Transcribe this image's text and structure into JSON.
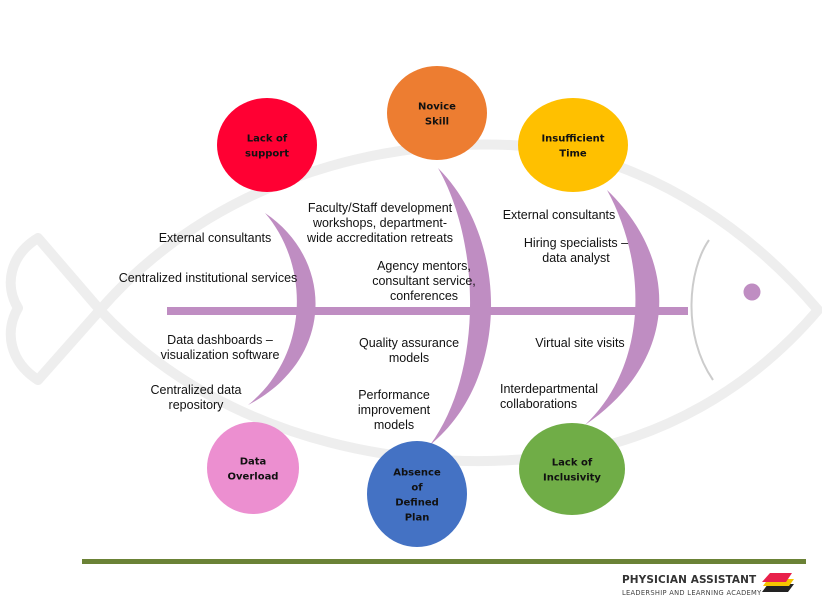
{
  "diagram": {
    "type": "fishbone",
    "colors": {
      "fish_outline": "#eeeeee",
      "bones": "#bf8dc2",
      "gill_line": "#cccccc",
      "footer_rule": "#6b8236"
    },
    "causes": [
      {
        "id": "lack-of-support",
        "label_lines": [
          "Lack of",
          "support"
        ],
        "color": "#ff0033"
      },
      {
        "id": "novice-skill",
        "label_lines": [
          "Novice",
          "Skill"
        ],
        "color": "#ed7d31"
      },
      {
        "id": "insufficient-time",
        "label_lines": [
          "Insufficient",
          "Time"
        ],
        "color": "#ffc000"
      },
      {
        "id": "data-overload",
        "label_lines": [
          "Data",
          "Overload"
        ],
        "color": "#ec8fd0"
      },
      {
        "id": "absence-of-defined-plan",
        "label_lines": [
          "Absence",
          "of",
          "Defined",
          "Plan"
        ],
        "color": "#4472c4"
      },
      {
        "id": "lack-of-inclusivity",
        "label_lines": [
          "Lack of",
          "Inclusivity"
        ],
        "color": "#70ad47"
      }
    ],
    "solutions": {
      "external_consultants_left": "External consultants",
      "centralized_institutional_services": "Centralized institutional services",
      "data_dashboards": "Data dashboards –\nvisualization software",
      "centralized_data_repository": "Centralized data\nrepository",
      "faculty_staff_development": "Faculty/Staff development\nworkshops, department-\nwide accreditation retreats",
      "agency_mentors": "Agency mentors,\nconsultant service,\nconferences",
      "quality_assurance": "Quality assurance\nmodels",
      "performance_improvement": "Performance\nimprovement\nmodels",
      "external_consultants_right": "External consultants",
      "hiring_specialists": "Hiring specialists –\ndata analyst",
      "virtual_site_visits": "Virtual site visits",
      "interdepartmental_collaborations": "Interdepartmental\ncollaborations"
    }
  },
  "footer": {
    "logo_title": "PHYSICIAN ASSISTANT",
    "logo_subtitle": "LEADERSHIP AND LEARNING ACADEMY",
    "logo_colors": {
      "red": "#e8204a",
      "yellow": "#f5c400",
      "black": "#222222"
    }
  }
}
